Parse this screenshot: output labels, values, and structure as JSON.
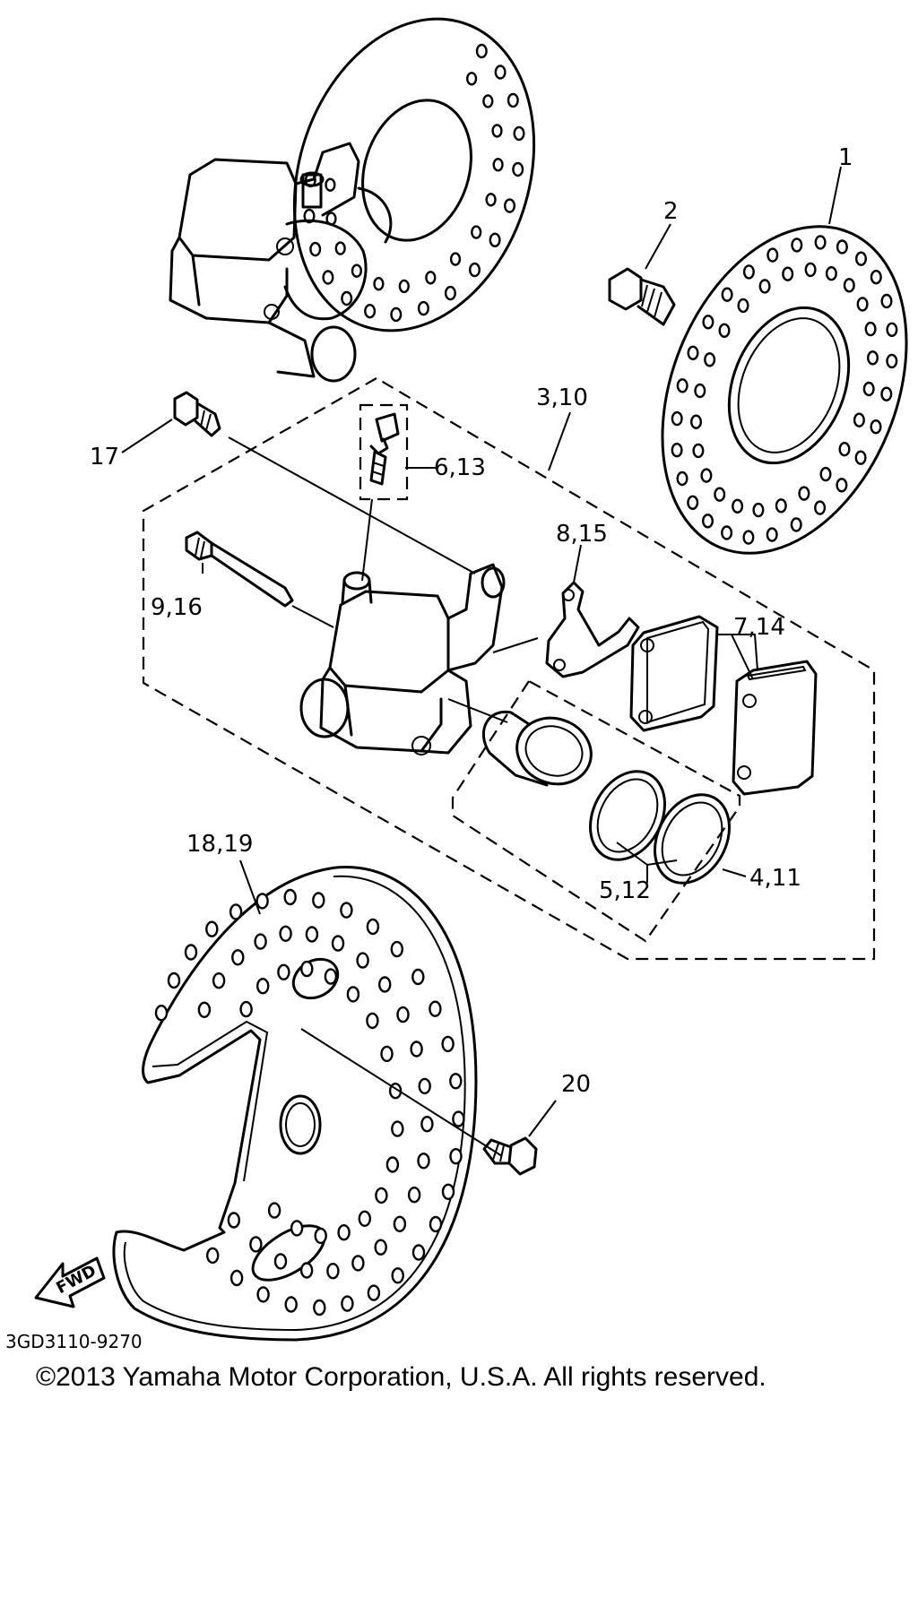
{
  "callouts": {
    "p1": "1",
    "p2": "2",
    "p3_10": "3,10",
    "p4_11": "4,11",
    "p5_12": "5,12",
    "p6_13": "6,13",
    "p7_14": "7,14",
    "p8_15": "8,15",
    "p9_16": "9,16",
    "p17": "17",
    "p18_19": "18,19",
    "p20": "20"
  },
  "fwd_label": "FWD",
  "diagram_code": "3GD3110-9270",
  "copyright": "©2013 Yamaha Motor Corporation, U.S.A. All rights reserved."
}
